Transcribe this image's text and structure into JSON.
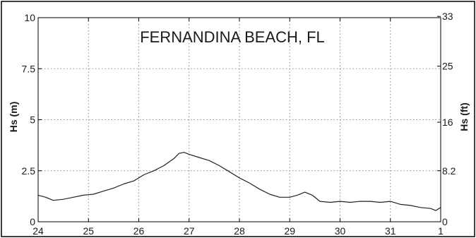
{
  "chart_data": {
    "type": "line",
    "title": "FERNANDINA BEACH, FL",
    "xlabel": "",
    "ylabel": "Hs (m)",
    "ylabel_right": "Hs (ft)",
    "xlim": [
      24,
      32
    ],
    "ylim": [
      0,
      10
    ],
    "ylim_right": [
      0,
      32.8
    ],
    "grid": true,
    "x_tick_values": [
      24,
      25,
      26,
      27,
      28,
      29,
      30,
      31,
      32
    ],
    "x_tick_labels": [
      "24",
      "25",
      "26",
      "27",
      "28",
      "29",
      "30",
      "31",
      "1"
    ],
    "y_tick_values": [
      0,
      2.5,
      5,
      7.5,
      10
    ],
    "y_tick_labels": [
      "0",
      "2.5",
      "5",
      "7.5",
      "10"
    ],
    "y_right_tick_values": [
      0,
      8.2,
      16,
      25,
      33
    ],
    "y_right_tick_labels": [
      "0",
      "8.2",
      "16",
      "25",
      "33"
    ],
    "line_color": "#222222",
    "series": [
      {
        "x": [
          24.0,
          24.15,
          24.3,
          24.5,
          24.7,
          24.9,
          25.1,
          25.3,
          25.5,
          25.7,
          25.9,
          26.1,
          26.3,
          26.5,
          26.7,
          26.8,
          26.9,
          27.0,
          27.2,
          27.4,
          27.6,
          27.8,
          28.0,
          28.2,
          28.4,
          28.6,
          28.8,
          29.0,
          29.15,
          29.3,
          29.45,
          29.6,
          29.8,
          30.0,
          30.2,
          30.4,
          30.6,
          30.8,
          31.0,
          31.2,
          31.4,
          31.6,
          31.8,
          31.9,
          32.0
        ],
        "y": [
          1.3,
          1.2,
          1.05,
          1.1,
          1.2,
          1.3,
          1.35,
          1.5,
          1.65,
          1.85,
          2.0,
          2.3,
          2.5,
          2.75,
          3.1,
          3.35,
          3.4,
          3.3,
          3.15,
          3.0,
          2.75,
          2.45,
          2.15,
          1.9,
          1.6,
          1.35,
          1.2,
          1.2,
          1.3,
          1.45,
          1.3,
          1.0,
          0.95,
          1.0,
          0.95,
          1.0,
          1.0,
          0.95,
          1.0,
          0.85,
          0.8,
          0.7,
          0.65,
          0.55,
          0.7
        ]
      }
    ]
  }
}
